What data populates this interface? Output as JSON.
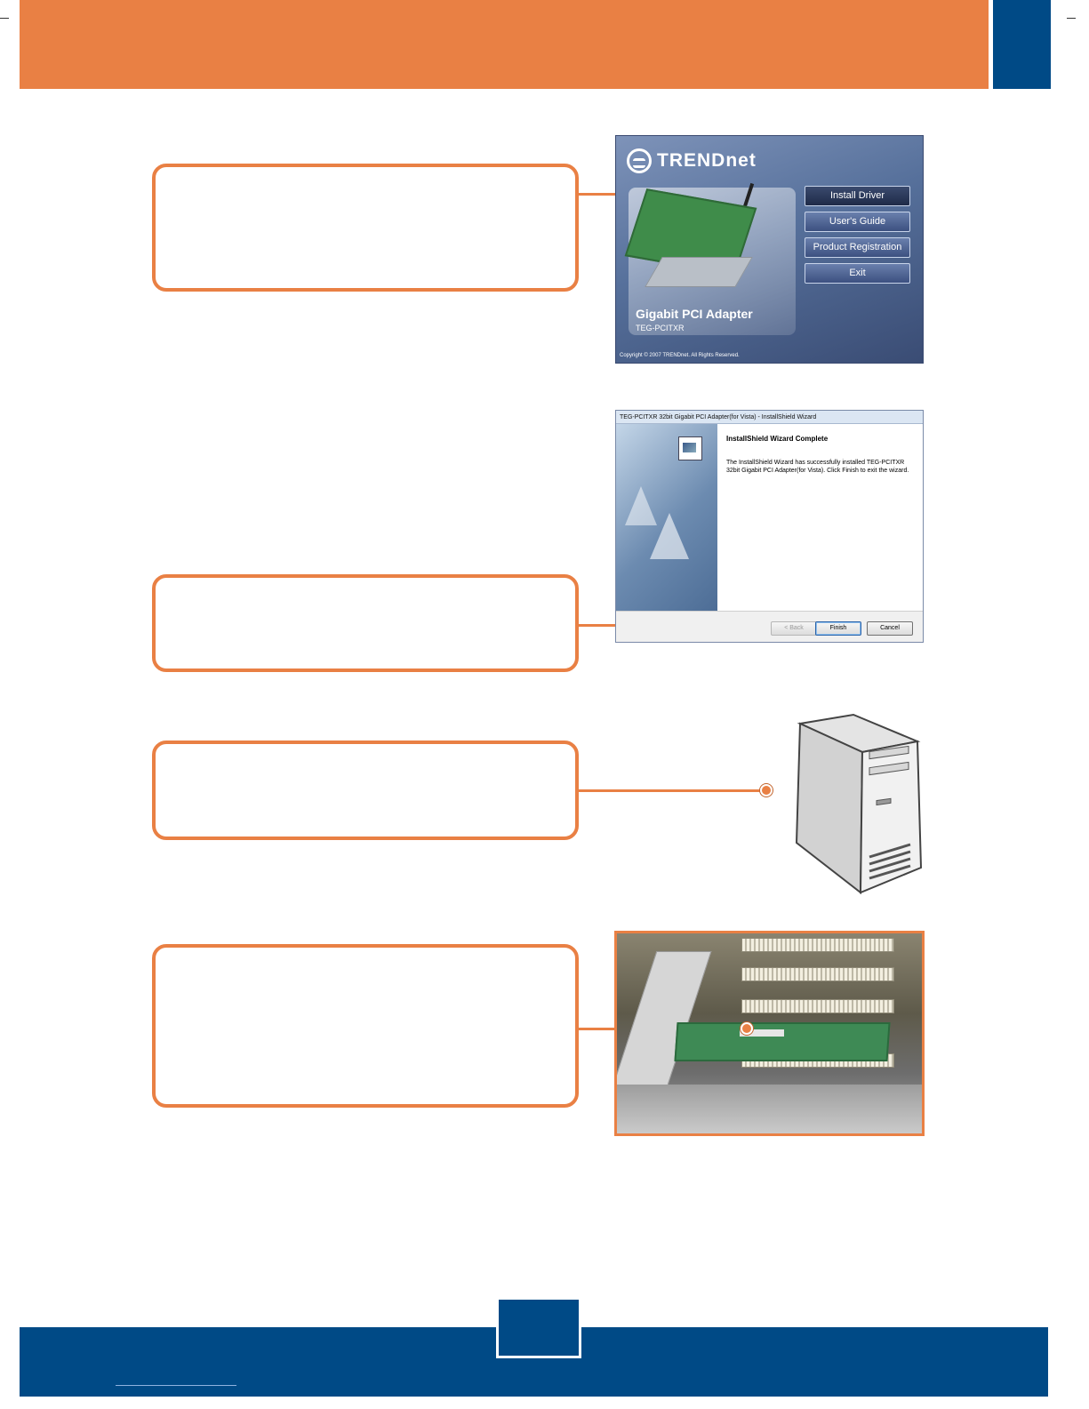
{
  "autorun": {
    "logo": "TRENDnet",
    "menu": [
      "Install Driver",
      "User's Guide",
      "Product Registration",
      "Exit"
    ],
    "product_name": "Gigabit PCI Adapter",
    "product_model": "TEG-PCITXR",
    "copyright": "Copyright © 2007 TRENDnet. All Rights Reserved."
  },
  "wizard": {
    "title": "TEG-PCITXR 32bit Gigabit PCI Adapter(for Vista) - InstallShield Wizard",
    "heading": "InstallShield Wizard Complete",
    "body": "The InstallShield Wizard has successfully installed TEG-PCITXR 32bit Gigabit PCI Adapter(for Vista). Click Finish to exit the wizard.",
    "buttons": {
      "back": "< Back",
      "finish": "Finish",
      "cancel": "Cancel"
    }
  },
  "colors": {
    "accent": "#e98044",
    "brand_blue": "#004a86"
  },
  "icons": [
    "computer-tower-icon",
    "wizard-logo-icon",
    "trendnet-logo-icon"
  ]
}
